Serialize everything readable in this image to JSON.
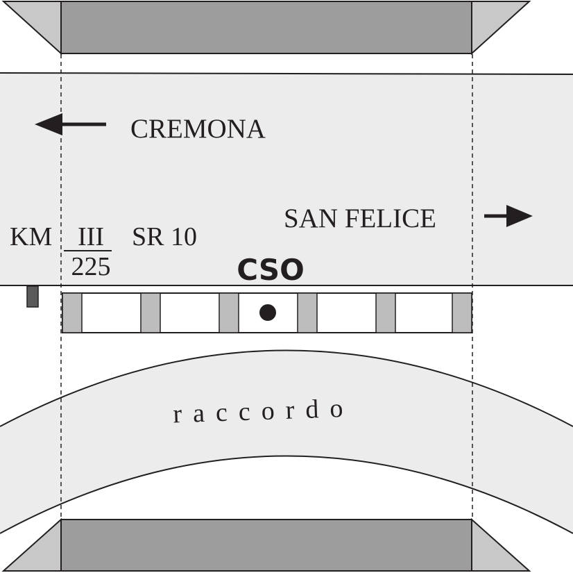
{
  "labels": {
    "direction_left": "CREMONA",
    "direction_right": "SAN FELICE",
    "km_prefix": "KM",
    "km_numerator": "III",
    "km_denominator": "225",
    "road": "SR 10",
    "station": "CSO",
    "curve_road": "raccordo"
  },
  "colors": {
    "line": "#231f20",
    "road_fill": "#ececec",
    "deck_fill": "#9d9d9d",
    "abutment_fill": "#c8c8c8",
    "pillar_fill": "#bdbdbd",
    "post_fill": "#5a5a5a"
  },
  "icons": {
    "left_arrow": "arrow-left-icon",
    "right_arrow": "arrow-right-icon",
    "station_marker": "dot-icon"
  }
}
